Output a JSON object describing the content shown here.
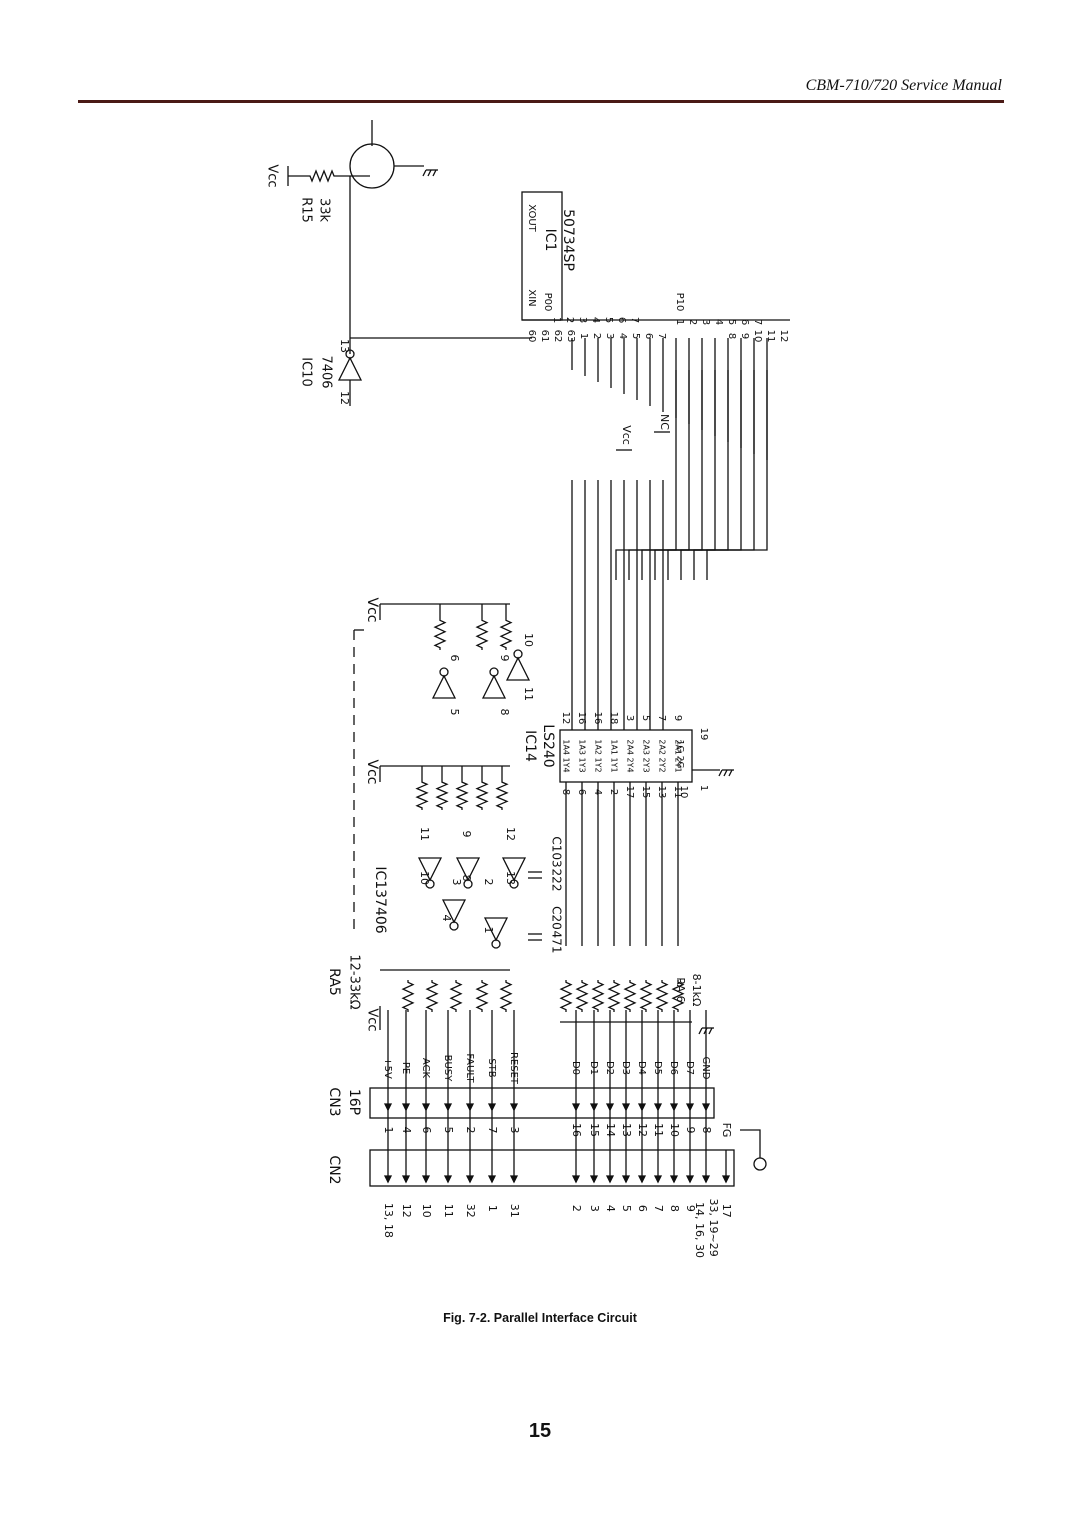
{
  "header": {
    "title": "CBM-710/720 Service Manual"
  },
  "figure": {
    "caption": "Fig. 7-2. Parallel Interface Circuit"
  },
  "page": {
    "number": "15"
  },
  "schematic": {
    "labels": {
      "vcc_top": "Vcc",
      "r15": "R15",
      "r15_val": "33k",
      "ic10": "IC10",
      "ic10_part": "7406",
      "ic1": "IC1",
      "ic1_part": "50734SP",
      "xout": "XOUT",
      "xin": "XIN",
      "p00": "P00",
      "p10": "P10",
      "vcc_mid": "Vcc",
      "nc": "NC",
      "vcc_upper": "Vcc",
      "vcc_lower": "Vcc",
      "ic14": "IC14",
      "ic14_part": "LS240",
      "ic13": "IC137406",
      "c103": "C103",
      "c103_val": "222",
      "c20": "C20",
      "c20_val": "471",
      "ra5": "RA5",
      "ra5_val": "12-33kΩ",
      "vcc_ra5": "Vcc",
      "ra6": "RA 6",
      "ra6_val": "8-1kΩ",
      "cn3": "CN3",
      "cn3_type": "16P",
      "cn2": "CN2",
      "fg": "FG"
    },
    "signals": [
      "+5V",
      "PE",
      "ACK",
      "BUSY",
      "FAULT",
      "STB",
      "RESET",
      "D0",
      "D1",
      "D2",
      "D3",
      "D4",
      "D5",
      "D6",
      "D7",
      "GND"
    ],
    "cn3_pins": [
      "1",
      "4",
      "6",
      "5",
      "2",
      "7",
      "3",
      "16",
      "15",
      "14",
      "13",
      "12",
      "11",
      "10",
      "9",
      "8"
    ],
    "cn2_pins": [
      "13, 18",
      "12",
      "10",
      "11",
      "32",
      "1",
      "31",
      "2",
      "3",
      "4",
      "5",
      "6",
      "7",
      "8",
      "9",
      "14, 16, 30\n33, 19~29",
      "17"
    ],
    "ic1_pins_top": [
      "60",
      "61",
      "62",
      "63",
      "1",
      "2",
      "3",
      "4",
      "5",
      "6",
      "7"
    ],
    "ic1_port_top": [
      "1",
      "2",
      "3",
      "4",
      "5",
      "6",
      "7"
    ],
    "ic1_port_p1": [
      "1",
      "2",
      "3",
      "4",
      "5",
      "6",
      "7"
    ],
    "ic1_pins_p1": [
      "8",
      "9",
      "10",
      "11",
      "12"
    ],
    "ic14_left_pins": [
      "8",
      "6",
      "4",
      "2",
      "17",
      "15",
      "13",
      "11"
    ],
    "ic14_right_pins": [
      "12",
      "16",
      "16",
      "18",
      "3",
      "5",
      "7",
      "9"
    ],
    "ic14_names": [
      "1A4 1Y4",
      "1A3 1Y3",
      "1A2 1Y2",
      "1A1 1Y1",
      "2A4 2Y4",
      "2A3 2Y3",
      "2A2 2Y2",
      "2A1 2Y1"
    ],
    "ic14_ctrl": [
      "10",
      "1G",
      "2G",
      "19",
      "1"
    ],
    "ic13_gate_pins": [
      "11",
      "10",
      "9",
      "8",
      "12",
      "13",
      "4",
      "3",
      "2",
      "1"
    ],
    "ic14_gate_pins": [
      "5",
      "6",
      "8",
      "9",
      "11",
      "10"
    ],
    "ic10_pins": [
      "12",
      "13"
    ]
  }
}
